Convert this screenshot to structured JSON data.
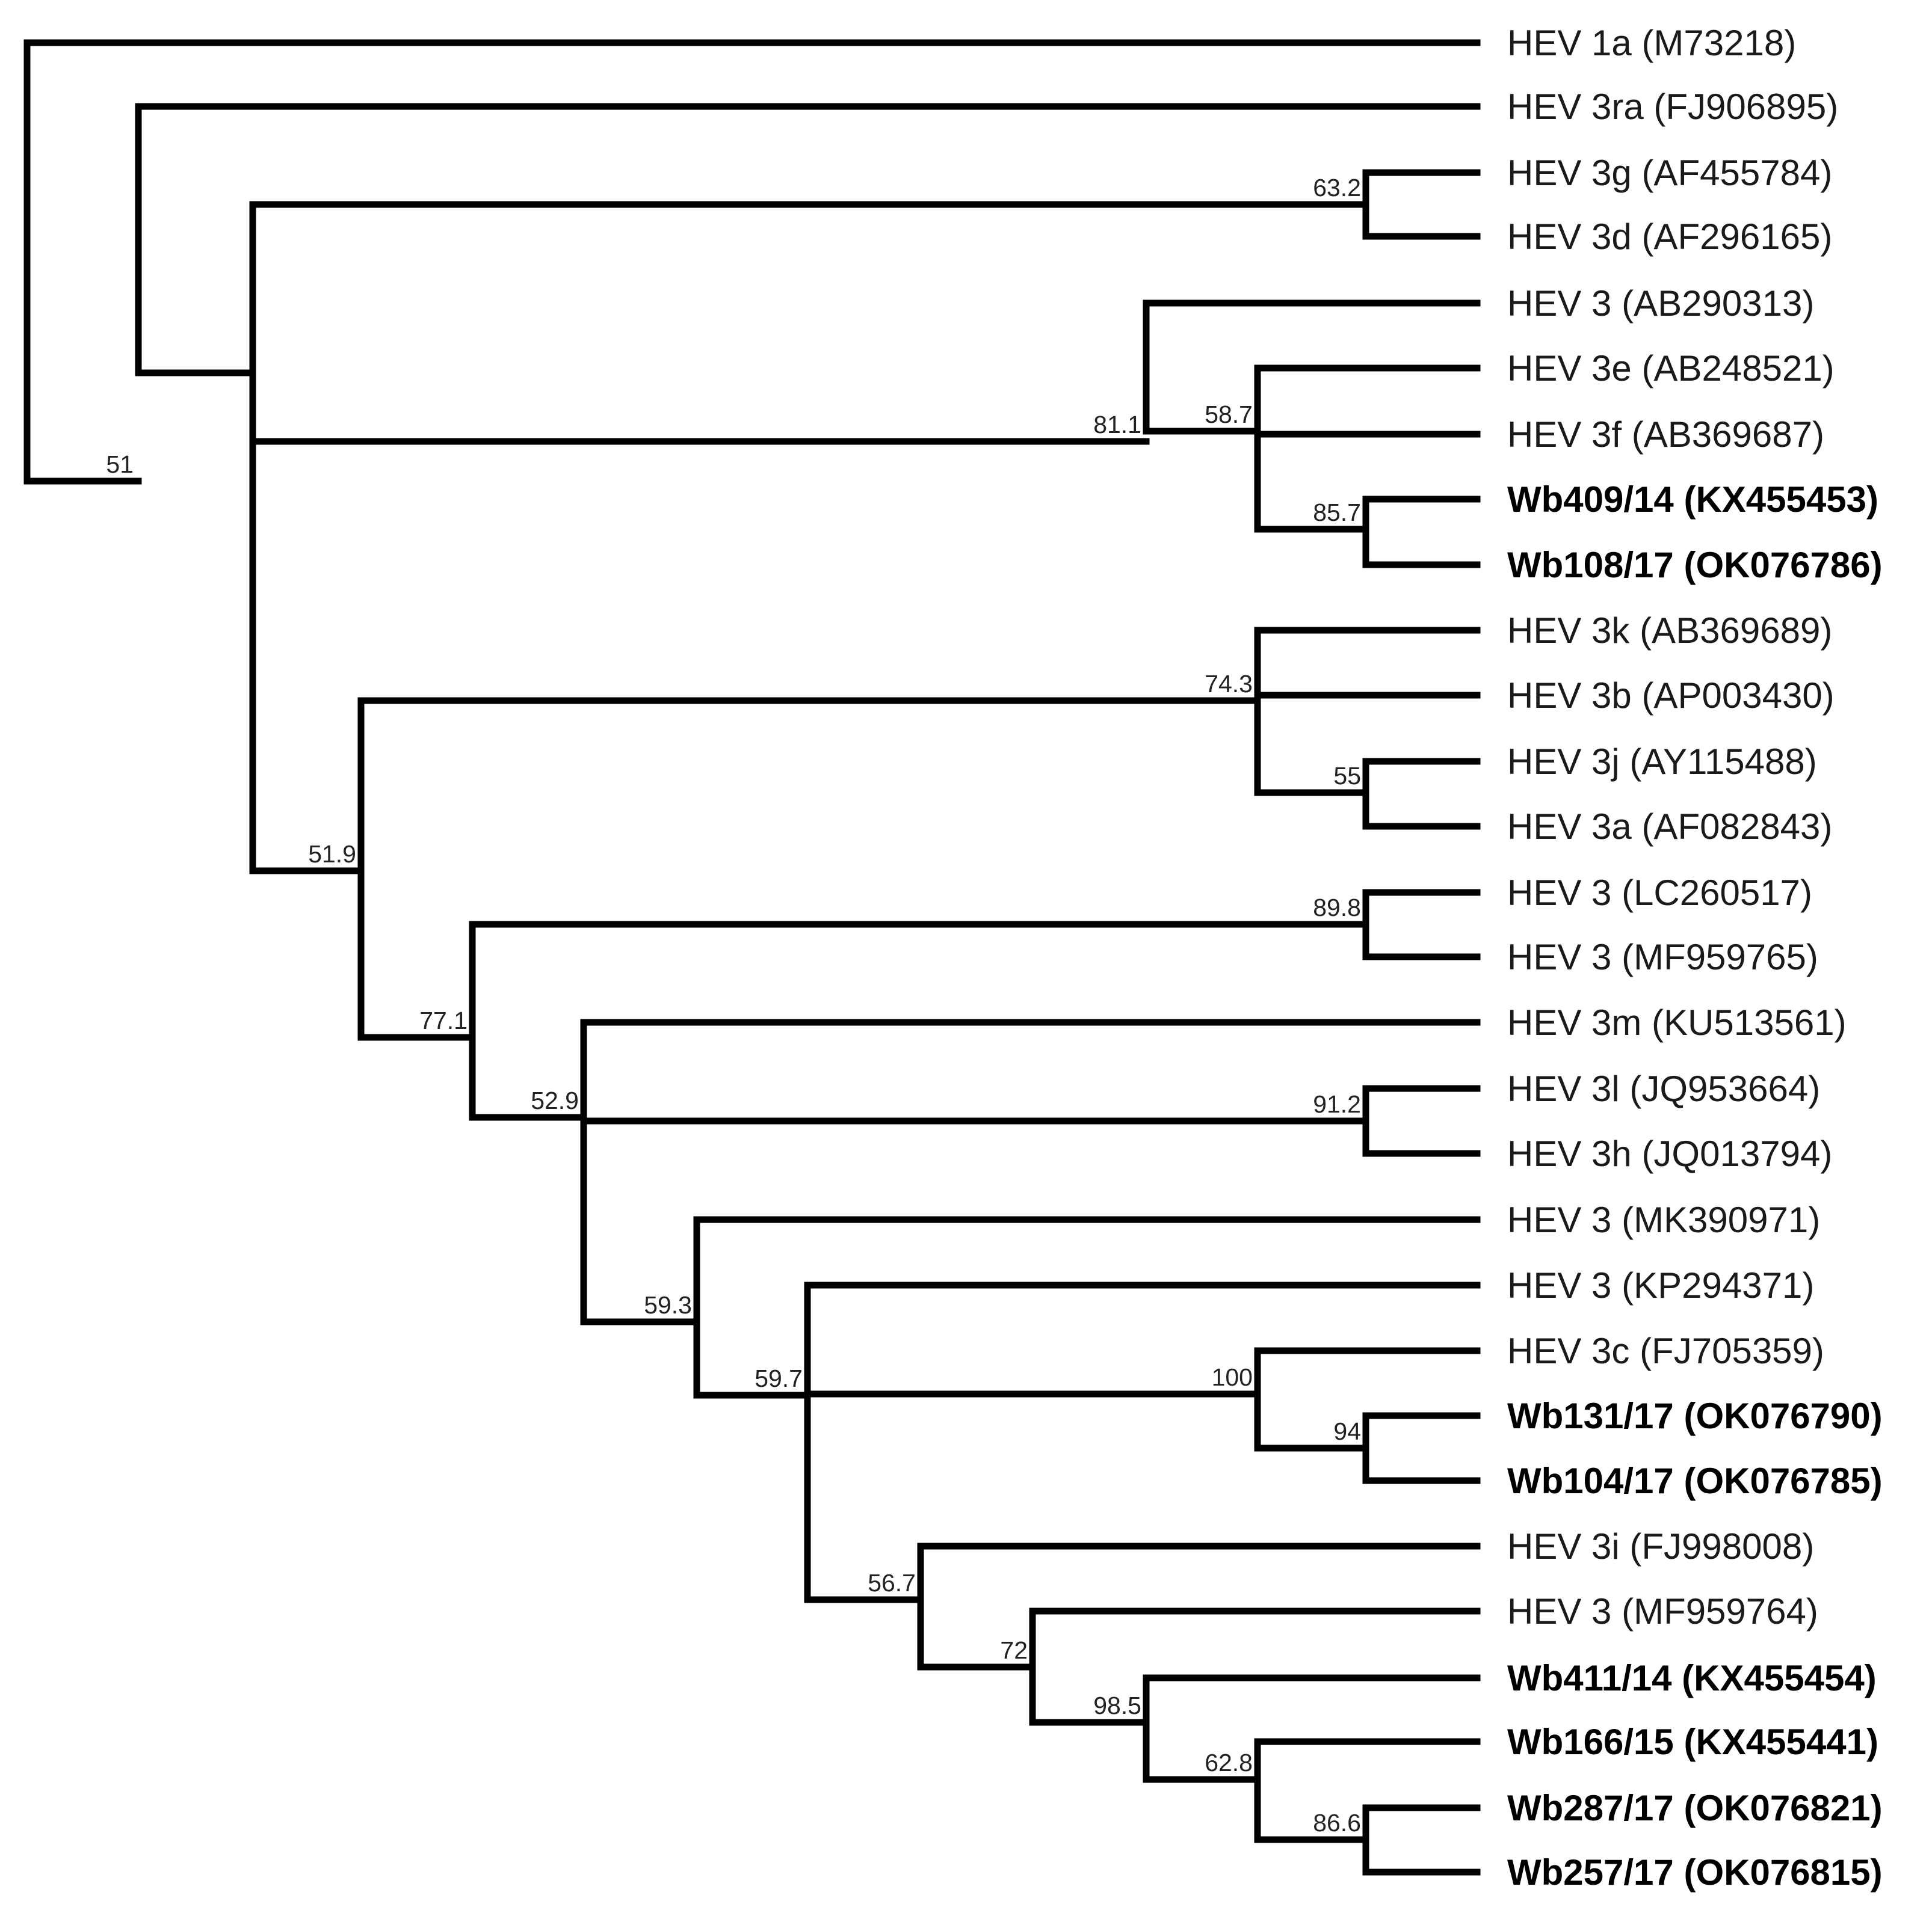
{
  "tree": {
    "leaves": [
      {
        "label": "HEV 1a (M73218)",
        "bold": false
      },
      {
        "label": "HEV 3ra (FJ906895)",
        "bold": false
      },
      {
        "label": "HEV 3g (AF455784)",
        "bold": false
      },
      {
        "label": "HEV 3d (AF296165)",
        "bold": false
      },
      {
        "label": "HEV 3 (AB290313)",
        "bold": false
      },
      {
        "label": "HEV 3e (AB248521)",
        "bold": false
      },
      {
        "label": "HEV 3f (AB369687)",
        "bold": false
      },
      {
        "label": "Wb409/14 (KX455453)",
        "bold": true
      },
      {
        "label": "Wb108/17 (OK076786)",
        "bold": true
      },
      {
        "label": "HEV 3k (AB369689)",
        "bold": false
      },
      {
        "label": "HEV 3b (AP003430)",
        "bold": false
      },
      {
        "label": "HEV 3j (AY115488)",
        "bold": false
      },
      {
        "label": "HEV 3a (AF082843)",
        "bold": false
      },
      {
        "label": "HEV 3 (LC260517)",
        "bold": false
      },
      {
        "label": "HEV 3 (MF959765)",
        "bold": false
      },
      {
        "label": "HEV 3m (KU513561)",
        "bold": false
      },
      {
        "label": "HEV 3l (JQ953664)",
        "bold": false
      },
      {
        "label": "HEV 3h (JQ013794)",
        "bold": false
      },
      {
        "label": "HEV 3 (MK390971)",
        "bold": false
      },
      {
        "label": "HEV 3 (KP294371)",
        "bold": false
      },
      {
        "label": "HEV 3c (FJ705359)",
        "bold": false
      },
      {
        "label": "Wb131/17 (OK076790)",
        "bold": true
      },
      {
        "label": "Wb104/17 (OK076785)",
        "bold": true
      },
      {
        "label": "HEV 3i (FJ998008)",
        "bold": false
      },
      {
        "label": "HEV 3 (MF959764)",
        "bold": false
      },
      {
        "label": "Wb411/14 (KX455454)",
        "bold": true
      },
      {
        "label": "Wb166/15 (KX455441)",
        "bold": true
      },
      {
        "label": "Wb287/17 (OK076821)",
        "bold": true
      },
      {
        "label": "Wb257/17 (OK076815)",
        "bold": true
      }
    ],
    "support_values": [
      {
        "node": "n_3g_3d",
        "value": "63.2"
      },
      {
        "node": "n_3e_group",
        "value": "81.1"
      },
      {
        "node": "n_3e_3f_wb",
        "value": "58.7"
      },
      {
        "node": "n_wb409_wb108",
        "value": "85.7"
      },
      {
        "node": "n_3ra_rest",
        "value": "51"
      },
      {
        "node": "n_3k_group",
        "value": "74.3"
      },
      {
        "node": "n_3j_3a",
        "value": "55"
      },
      {
        "node": "n_upper_lower",
        "value": "51.9"
      },
      {
        "node": "n_lc_mf",
        "value": "89.8"
      },
      {
        "node": "n_77",
        "value": "77.1"
      },
      {
        "node": "n_3l_3h",
        "value": "91.2"
      },
      {
        "node": "n_52",
        "value": "52.9"
      },
      {
        "node": "n_59_3",
        "value": "59.3"
      },
      {
        "node": "n_3c_wb",
        "value": "100"
      },
      {
        "node": "n_wb131_wb104",
        "value": "94"
      },
      {
        "node": "n_59_7",
        "value": "59.7"
      },
      {
        "node": "n_56",
        "value": "56.7"
      },
      {
        "node": "n_72",
        "value": "72"
      },
      {
        "node": "n_98",
        "value": "98.5"
      },
      {
        "node": "n_62",
        "value": "62.8"
      },
      {
        "node": "n_86",
        "value": "86.6"
      }
    ]
  }
}
